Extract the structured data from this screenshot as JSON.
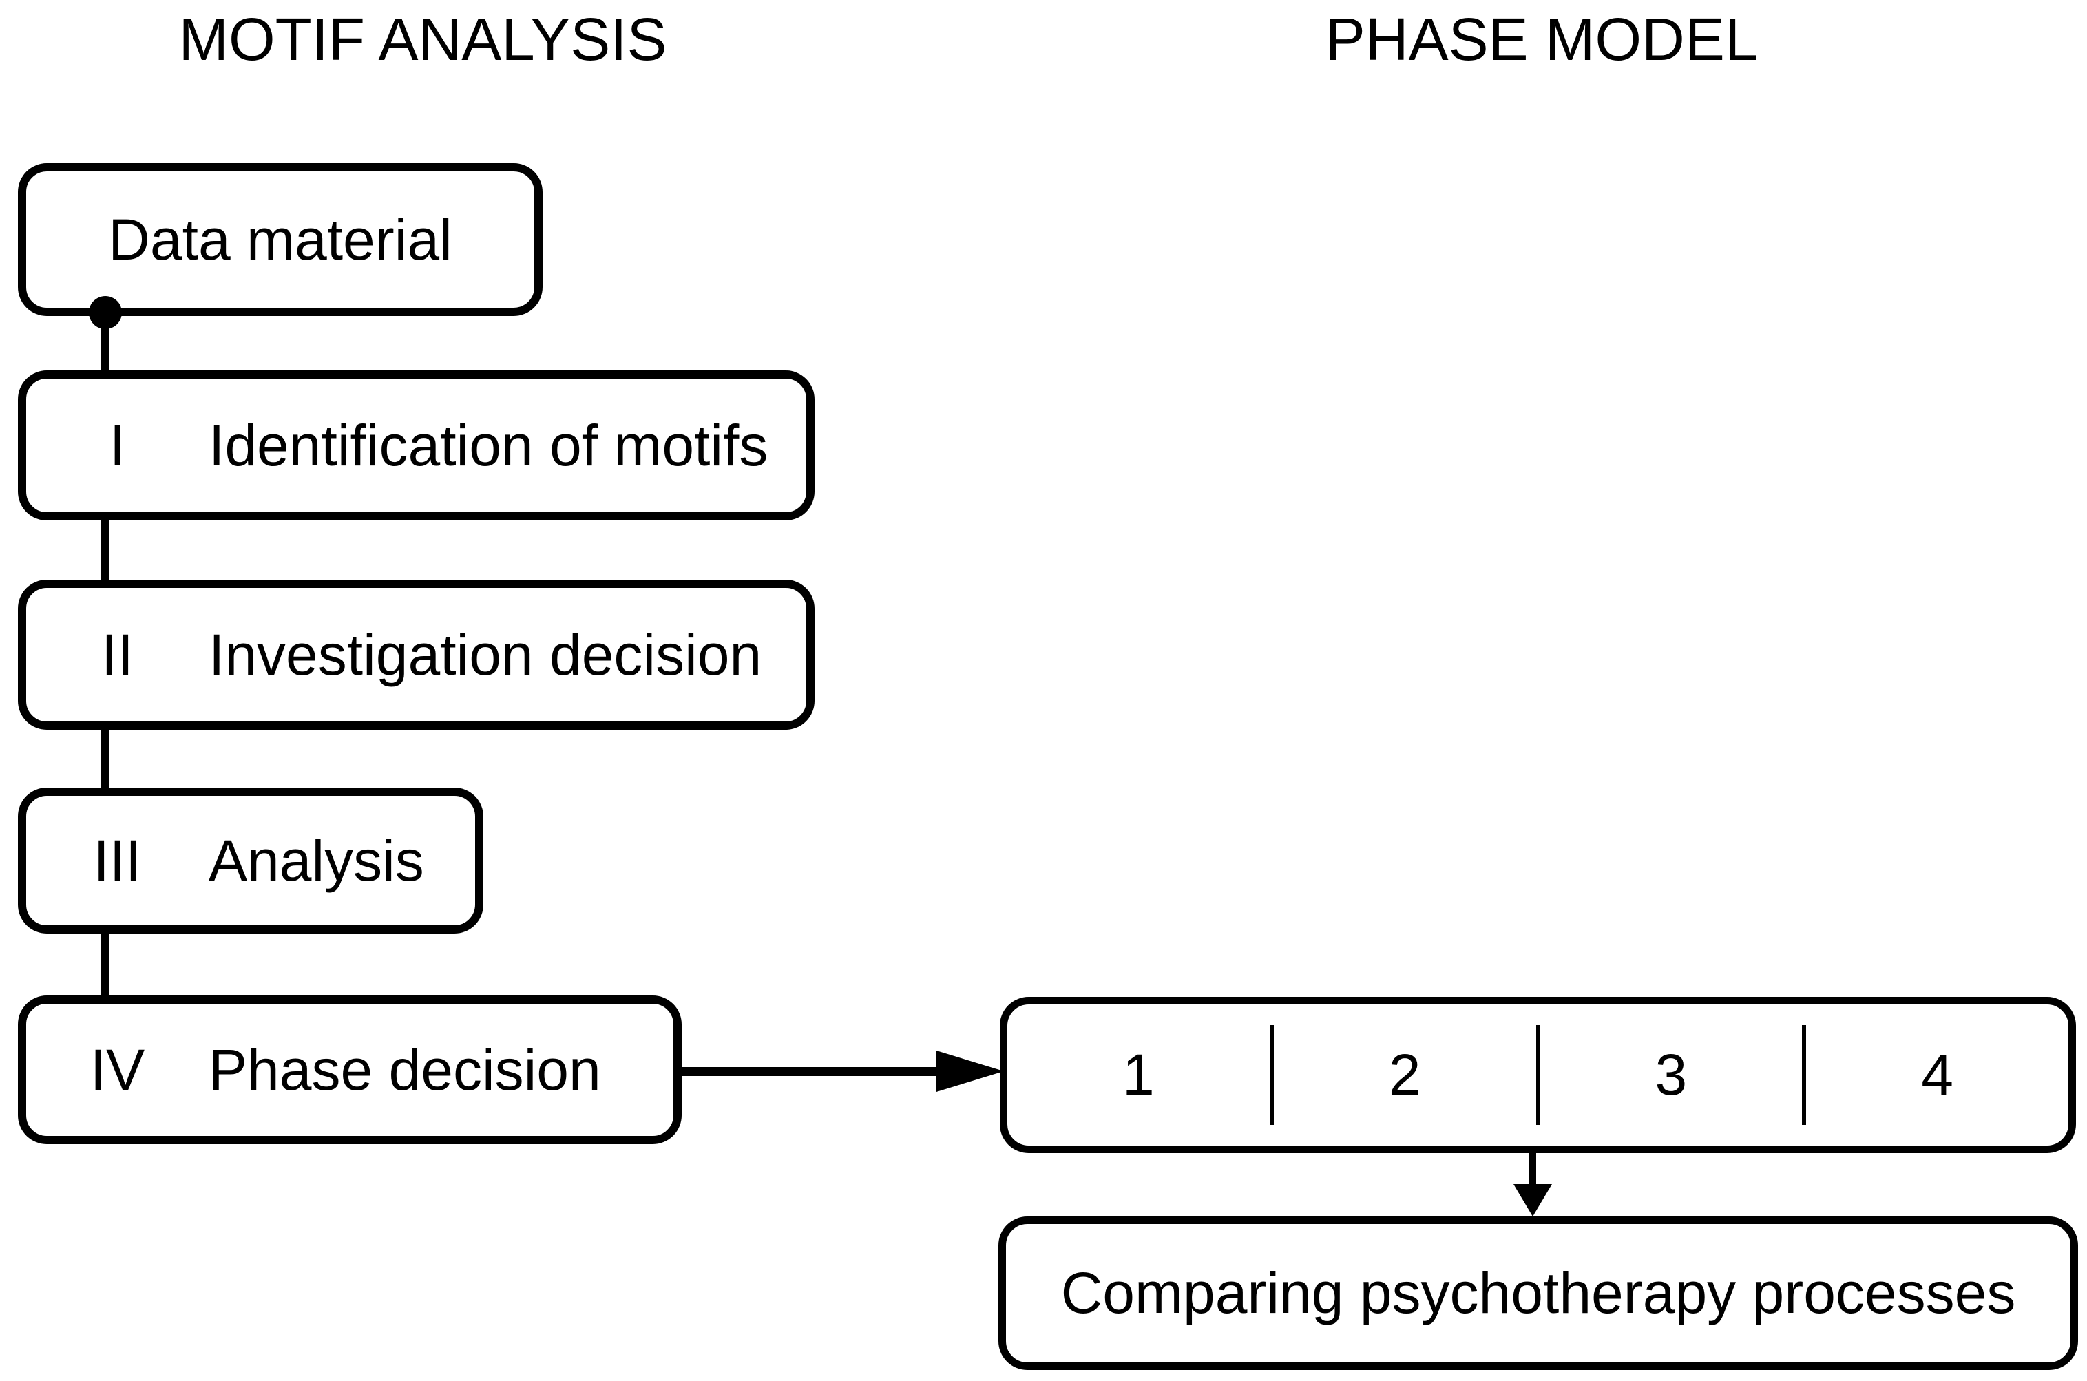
{
  "diagram": {
    "left_panel_title": "MOTIF ANALYSIS",
    "right_panel_title": "PHASE MODEL",
    "data_box_label": "Data material",
    "steps": [
      {
        "numeral": "I",
        "label": "Identification of motifs"
      },
      {
        "numeral": "II",
        "label": "Investigation decision"
      },
      {
        "numeral": "III",
        "label": "Analysis"
      },
      {
        "numeral": "IV",
        "label": "Phase decision"
      }
    ],
    "phases": [
      "1",
      "2",
      "3",
      "4"
    ],
    "result_box_label": "Comparing psychotherapy processes",
    "colors": {
      "stroke": "#000000",
      "background": "#ffffff"
    }
  }
}
